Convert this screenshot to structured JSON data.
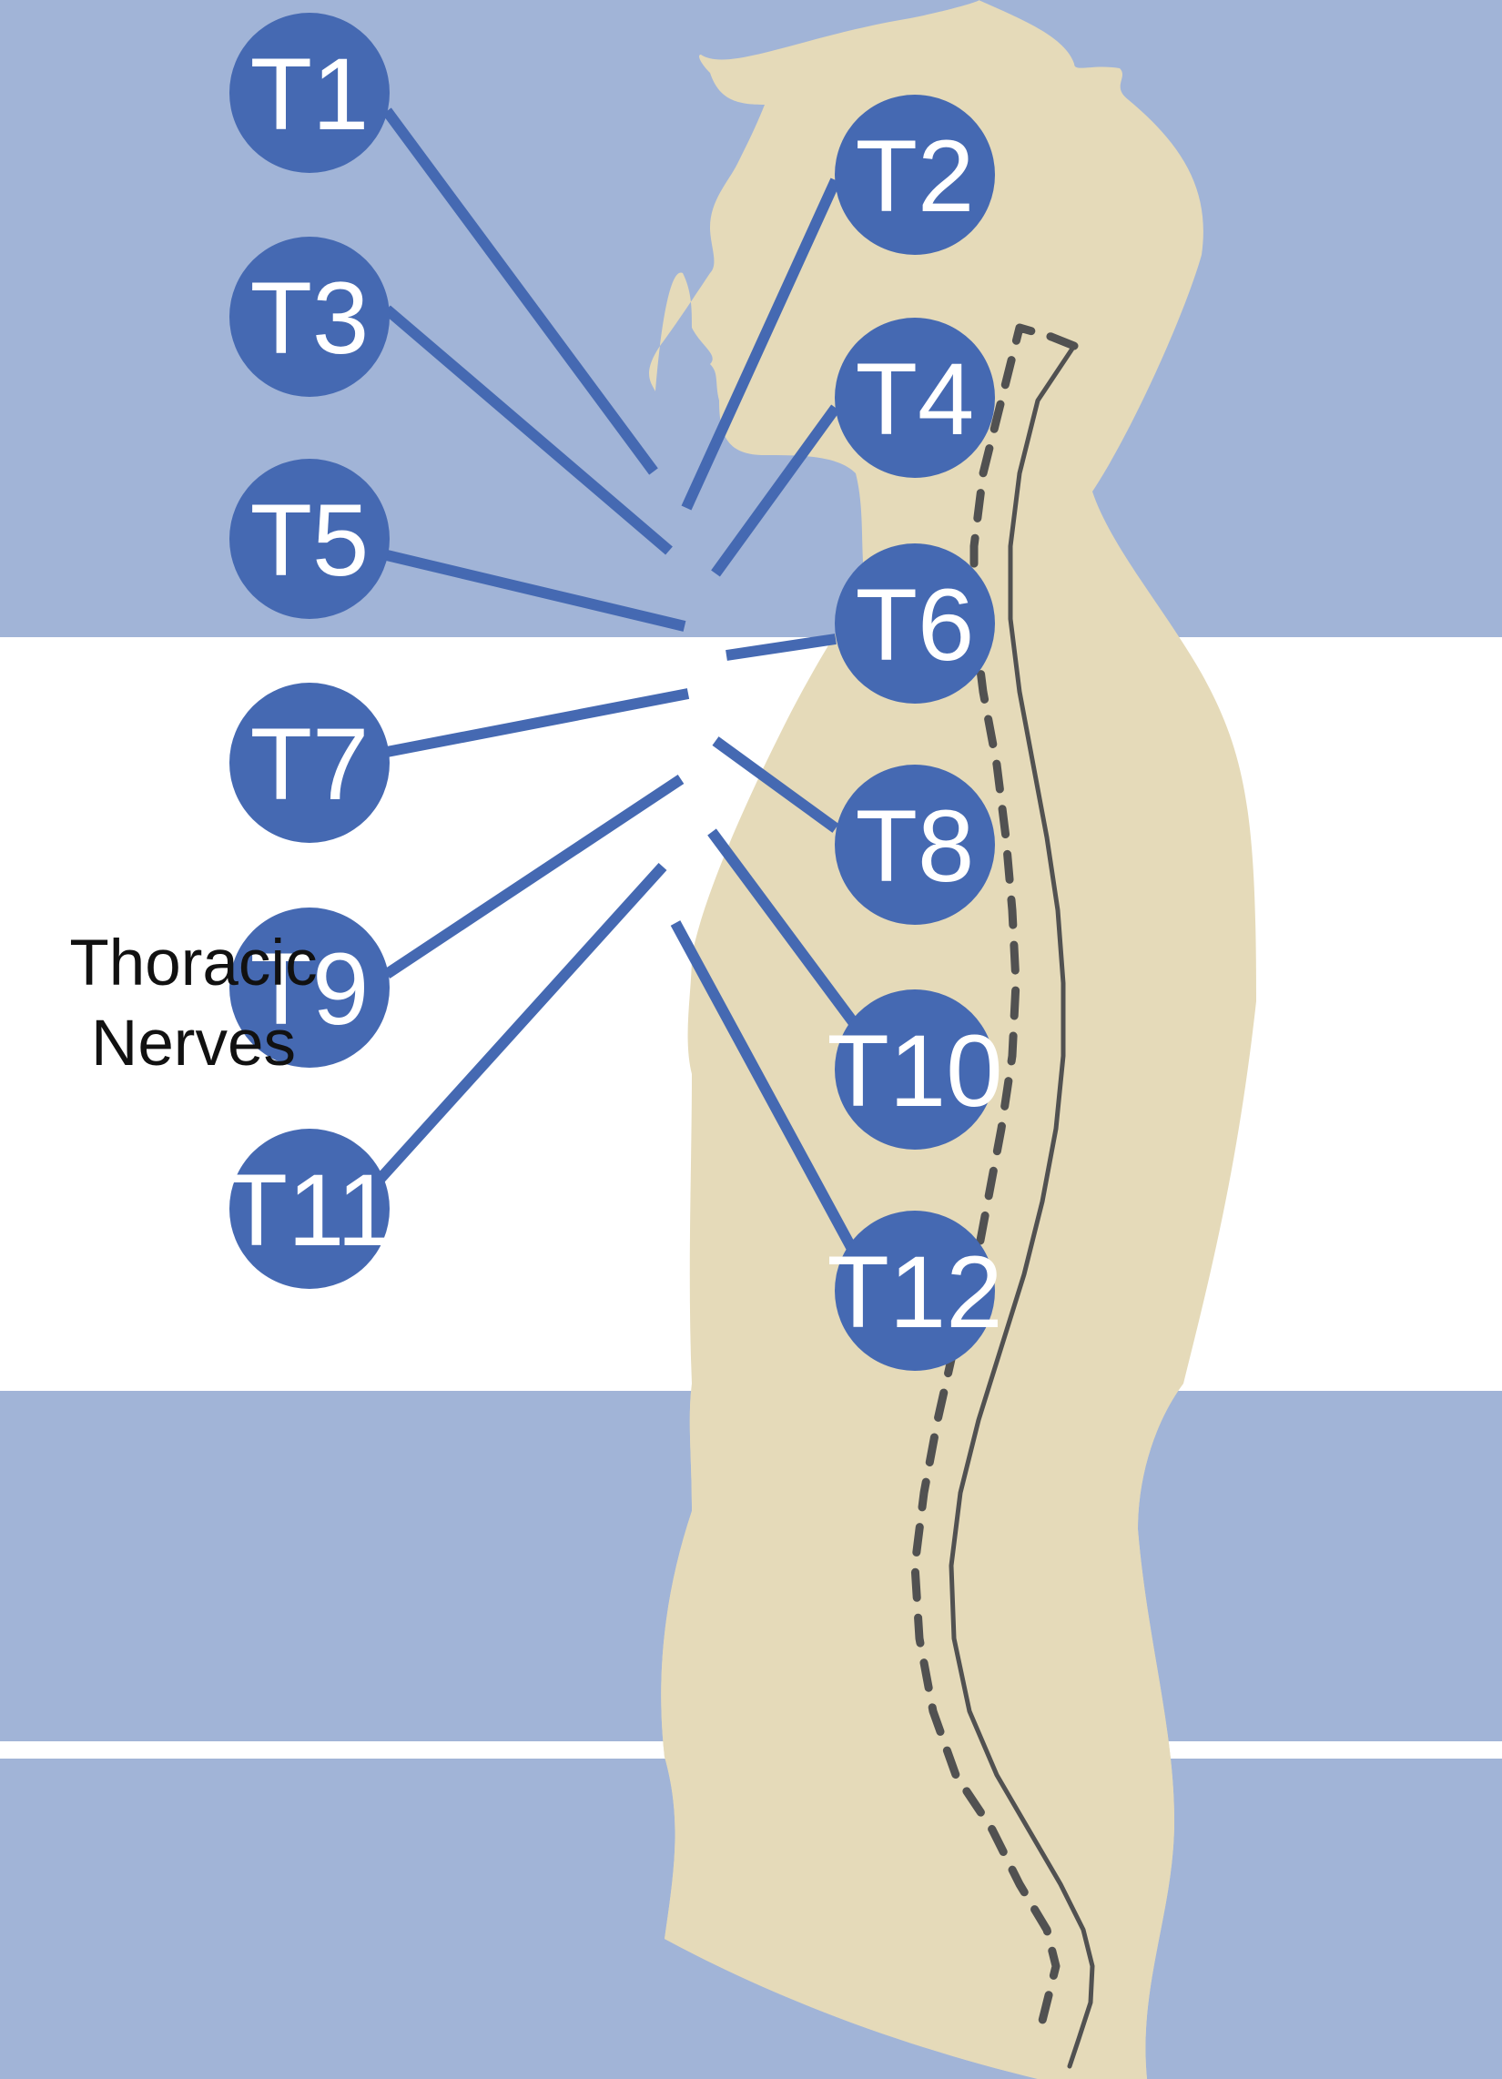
{
  "colors": {
    "band": "#a1b4d7",
    "body": "#e5dab9",
    "body_overlap": "#96a3b2",
    "nerve": "#4569b2",
    "badge_text": "#ffffff",
    "spine_outline": "#515151"
  },
  "caption": {
    "line1": "Thoracic",
    "line2": "Nerves"
  },
  "nerves": [
    {
      "label": "T1"
    },
    {
      "label": "T2"
    },
    {
      "label": "T3"
    },
    {
      "label": "T4"
    },
    {
      "label": "T5"
    },
    {
      "label": "T6"
    },
    {
      "label": "T7"
    },
    {
      "label": "T8"
    },
    {
      "label": "T9"
    },
    {
      "label": "T10"
    },
    {
      "label": "T11"
    },
    {
      "label": "T12"
    }
  ]
}
